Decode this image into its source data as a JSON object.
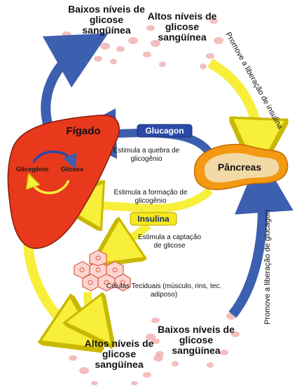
{
  "labels": {
    "low_glucose_top": "Baixos níveis de glicose sangüínea",
    "high_glucose_top": "Altos níveis de glicose sangüínea",
    "promote_insulin": "Promove a liberação de insulina",
    "liver": "Fígado",
    "glucagon": "Glucagon",
    "stimulate_breakdown": "Estimula a quebra de glicogênio",
    "glycogen": "Glicogênio",
    "glucose": "Glicose",
    "pancreas": "Pâncreas",
    "stimulate_formation": "Estimula a formação de glicogênio",
    "insulin": "Insulina",
    "stimulate_uptake": "Estimula a captação de glicose",
    "cells": "Células Teciduais (músculo, rins, tec. adiposo)",
    "promote_glucagon": "Promove a liberação de glucagon",
    "low_glucose_bottom": "Baixos níveis de glicose sangüínea",
    "high_glucose_bottom": "Altos níveis de glicose sangüínea"
  },
  "colors": {
    "liver": "#e8391d",
    "pancreas_outer": "#f39a12",
    "pancreas_inner": "#f3d9a6",
    "yellow_arrow": "#f7ef3a",
    "blue_arrow": "#3d5fb0",
    "badge_blue": "#2a4aa8",
    "badge_yellow": "#f7e81a",
    "dots": "#f1a9a9"
  }
}
